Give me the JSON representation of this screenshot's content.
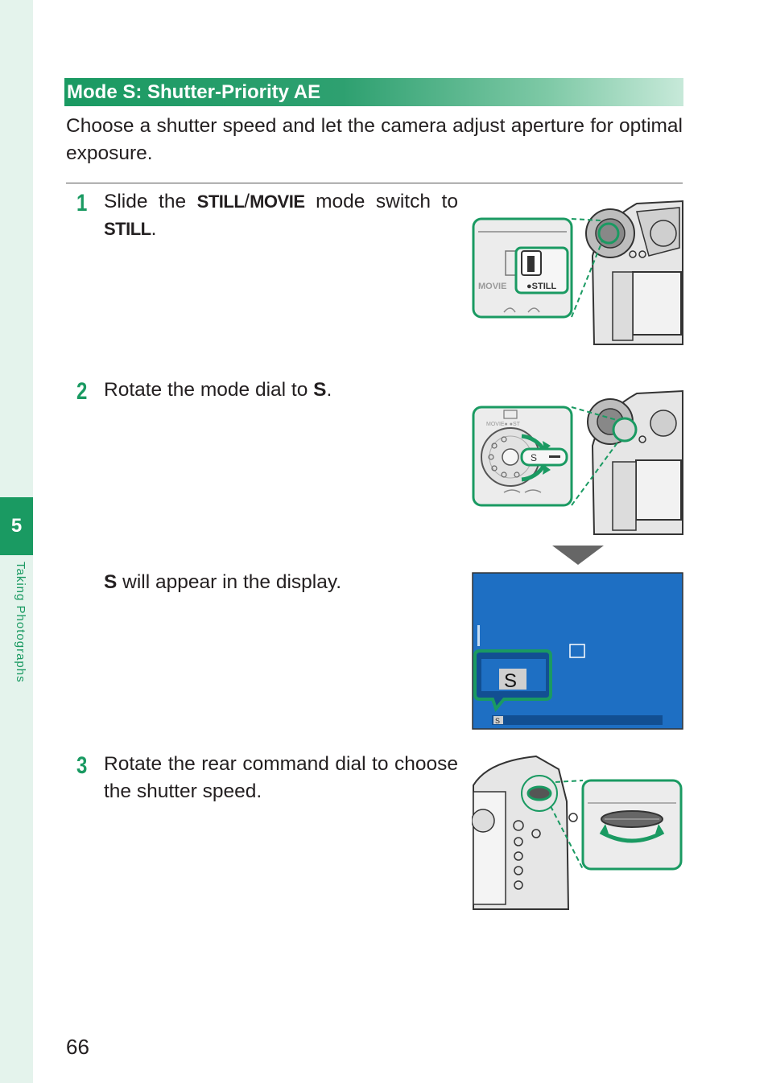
{
  "chapter": {
    "number": "5",
    "label": "Taking Photographs"
  },
  "section": {
    "title": "Mode S: Shutter-Priority AE"
  },
  "intro": "Choose a shutter speed and let the camera adjust aperture for optimal exposure.",
  "steps": [
    {
      "number": "1",
      "pre": "Slide the ",
      "b1": "STILL",
      "mid1": "/",
      "b2": "MOVIE",
      "mid2": " mode switch to ",
      "b3": "STILL",
      "post": "."
    },
    {
      "number": "2",
      "pre": "Rotate the mode dial to ",
      "b1": "S",
      "post": "."
    },
    {
      "number": "3",
      "text": "Rotate the rear command dial to choose the shutter speed."
    }
  ],
  "note": {
    "b1": "S",
    "text": " will appear in the display."
  },
  "illustrations": {
    "switch_labels": {
      "movie": "MOVIE",
      "still": "●STILL"
    },
    "dial_labels": {
      "movie_small": "MOVIE● ●ST",
      "s": "S"
    },
    "display_mode": "S",
    "display_mode_small": "S"
  },
  "colors": {
    "accent": "#1a9a62",
    "display_blue": "#1e6fc3"
  },
  "page_number": "66"
}
